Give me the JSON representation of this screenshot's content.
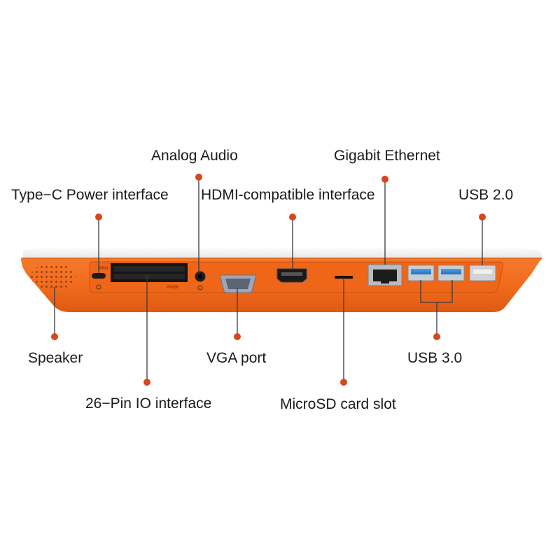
{
  "labels": {
    "analog_audio": "Analog Audio",
    "type_c_power": "Type−C Power interface",
    "hdmi": "HDMI-compatible interface",
    "gigabit_ethernet": "Gigabit Ethernet",
    "usb2": "USB 2.0",
    "speaker": "Speaker",
    "vga": "VGA port",
    "usb3": "USB 3.0",
    "gpio_26pin": "26−Pin IO interface",
    "microsd": "MicroSD card slot"
  },
  "device": {
    "pin1_marking": "PIN1",
    "pin26_marking": "PIN26"
  },
  "colors": {
    "body_orange": "#f26b1d",
    "top_white": "#f1efee",
    "callout_marker": "#d9461c",
    "line": "#3a3a3a"
  }
}
